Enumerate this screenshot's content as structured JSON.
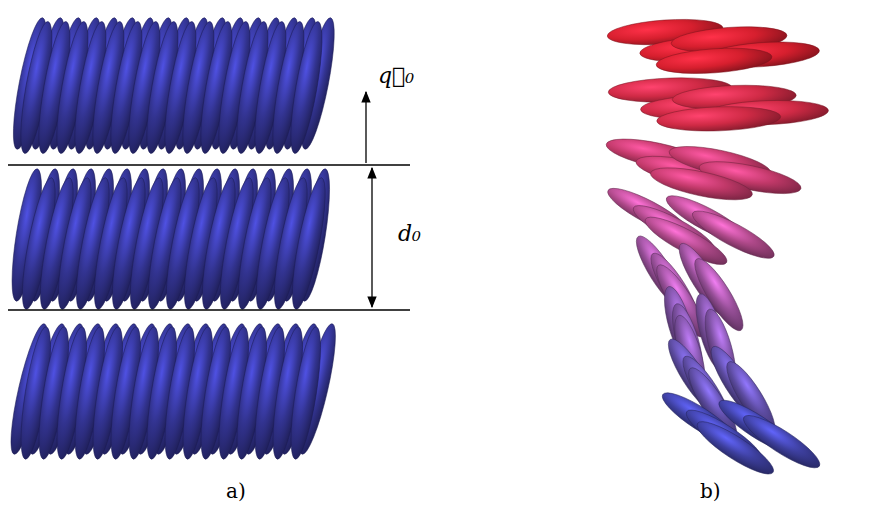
{
  "diagram": {
    "labels": [
      "q⃗₀",
      "d₀",
      "a)",
      "b)"
    ]
  }
}
